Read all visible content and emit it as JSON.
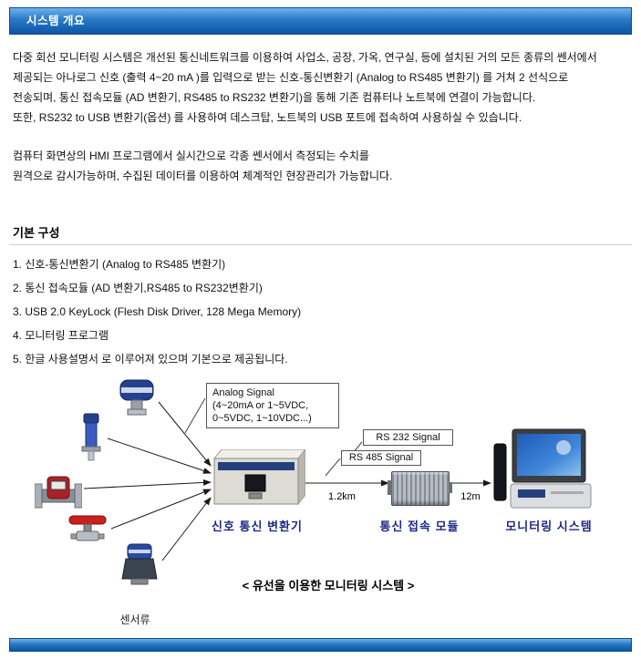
{
  "header": {
    "title": "시스템 개요"
  },
  "intro": {
    "lines": [
      "다중 회선 모니터링 시스템은 개선된 통신네트워크를 이용하여 사업소, 공장, 가옥,  연구실, 등에 설치된 거의 모든 종류의 쎈서에서",
      "제공되는 아나로그 신호 (출력 4~20 mA )를 입력으로 받는 신호-통신변환기 (Analog to RS485 변환기) 를 거쳐  2 선식으로",
      "전송되며, 통신 접속모듈 (AD 변환기, RS485 to RS232 변환기)을 통해 기존 컴퓨터나 노트북에 연결이 가능합니다.",
      "또한, RS232 to USB 변환기(옵션) 를 사용하여 데스크탑, 노트북의 USB 포트에 접속하여 사용하실 수 있습니다."
    ]
  },
  "hmi": {
    "lines": [
      "컴퓨터 화면상의 HMI 프로그램에서 실시간으로 각종 쎈서에서 측정되는 수치를",
      "원격으로 감시가능하며, 수집된 데이터를 이용하여 체계적인 현장관리가 가능합니다."
    ]
  },
  "basic": {
    "title": "기본 구성",
    "items": [
      "1. 신호-통신변환기 (Analog to RS485 변환기)",
      "2. 통신 접속모듈 (AD 변환기,RS485 to RS232변환기)",
      "3. USB 2.0 KeyLock (Flesh Disk Driver, 128 Mega Memory)",
      "4. 모니터링 프로그램",
      "5. 한글 사용설명서 로 이루어져 있으며 기본으로 제공됩니다."
    ]
  },
  "diagram": {
    "analog_callout": {
      "line1": "Analog Signal",
      "line2": "(4~20mA or 1~5VDC,",
      "line3": "0~5VDC, 1~10VDC...)"
    },
    "rs232_label": "RS 232 Signal",
    "rs485_label": "RS 485 Signal",
    "distance_converter_module": "1.2km",
    "distance_module_pc": "12m",
    "converter_label": "신호 통신 변환기",
    "module_label": "통신 접속 모듈",
    "monitoring_label": "모니터링 시스템",
    "sensors_label": "센서류",
    "caption": "< 유선을 이용한 모니터링 시스템 >"
  },
  "colors": {
    "header_blue_light": "#6db2ec",
    "header_blue_dark": "#0b55a6",
    "device_label_navy": "#1b2a86"
  }
}
